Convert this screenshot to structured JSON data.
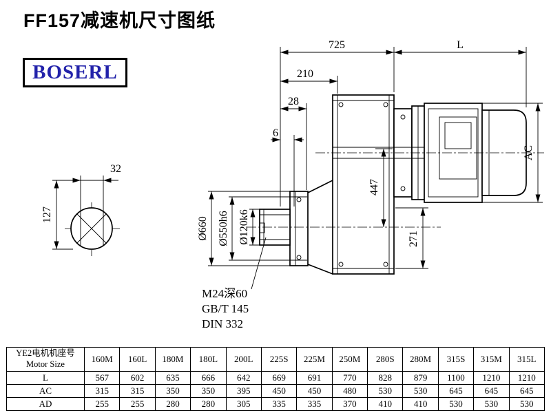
{
  "page": {
    "title": "FF157减速机尺寸图纸",
    "brand": "BOSERL"
  },
  "drawing": {
    "dim_725": "725",
    "dim_L": "L",
    "dim_210": "210",
    "dim_28": "28",
    "dim_6": "6",
    "dim_AC": "AC",
    "dim_447": "447",
    "dim_271": "271",
    "dim_660": "Ø660",
    "dim_550": "Ø550h6",
    "dim_120": "Ø120k6",
    "dim_32": "32",
    "dim_127": "127",
    "note_thread": "M24深60",
    "note_gb": "GB/T 145",
    "note_din": "DIN 332"
  },
  "table": {
    "header": {
      "line1": "YE2电机机座号",
      "line2": "Motor Size"
    },
    "columns": [
      "160M",
      "160L",
      "180M",
      "180L",
      "200L",
      "225S",
      "225M",
      "250M",
      "280S",
      "280M",
      "315S",
      "315M",
      "315L"
    ],
    "rows": [
      {
        "label": "L",
        "values": [
          "567",
          "602",
          "635",
          "666",
          "642",
          "669",
          "691",
          "770",
          "828",
          "879",
          "1100",
          "1210",
          "1210"
        ]
      },
      {
        "label": "AC",
        "values": [
          "315",
          "315",
          "350",
          "350",
          "395",
          "450",
          "450",
          "480",
          "530",
          "530",
          "645",
          "645",
          "645"
        ]
      },
      {
        "label": "AD",
        "values": [
          "255",
          "255",
          "280",
          "280",
          "305",
          "335",
          "335",
          "370",
          "410",
          "410",
          "530",
          "530",
          "530"
        ]
      }
    ]
  }
}
